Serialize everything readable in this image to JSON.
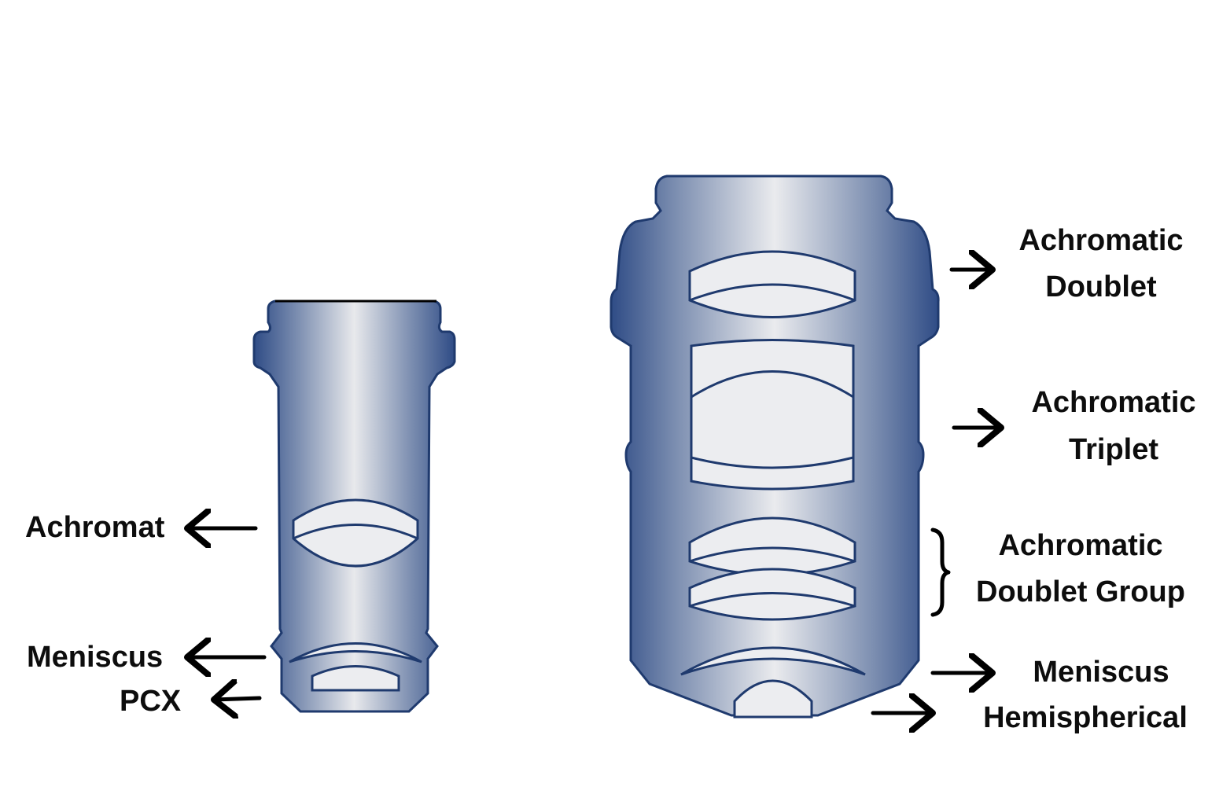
{
  "small_objective": {
    "labels": {
      "achromat": "Achromat",
      "meniscus": "Meniscus",
      "pcx": "PCX"
    }
  },
  "large_objective": {
    "labels": {
      "achromatic_doublet": [
        "Achromatic",
        "Doublet"
      ],
      "achromatic_triplet": [
        "Achromatic",
        "Triplet"
      ],
      "achromatic_doublet_group": [
        "Achromatic",
        "Doublet Group"
      ],
      "meniscus": "Meniscus",
      "hemispherical": "Hemispherical"
    }
  },
  "colors": {
    "barrel_dark": "#2f4c86",
    "barrel_light": "#e8e9ec",
    "outline": "#1f3a6e",
    "lens_fill": "#ecedf0"
  }
}
